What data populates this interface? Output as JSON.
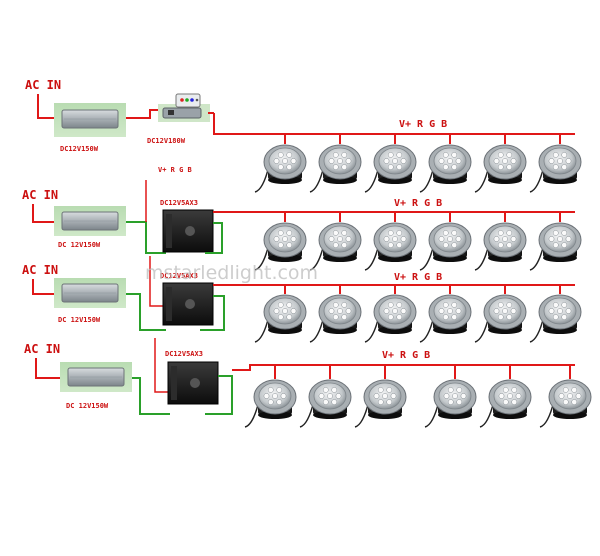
{
  "colors": {
    "power_wire": "#e01818",
    "signal_wire": "#2aa02a",
    "bus_label": "#cc1111"
  },
  "watermark": "mstarledlight.com",
  "rows": [
    {
      "ac_label": "AC IN",
      "psu_label": "DC12V150W",
      "ctrl_label": "DC12V180W",
      "ctrl_type": "rgb-controller-with-remote",
      "bus_label": "V+ R G B",
      "extra_label": "",
      "lights": 6
    },
    {
      "ac_label": "AC IN",
      "psu_label": "DC 12V150W",
      "ctrl_label": "DC12V5AX3",
      "ctrl_type": "amplifier",
      "bus_label": "V+ R G B",
      "extra_label": "V+ R G B",
      "lights": 6
    },
    {
      "ac_label": "AC IN",
      "psu_label": "DC 12V150W",
      "ctrl_label": "DC12V5AX3",
      "ctrl_type": "amplifier",
      "bus_label": "V+ R G B",
      "extra_label": "",
      "lights": 6
    },
    {
      "ac_label": "AC IN",
      "psu_label": "DC 12V150W",
      "ctrl_label": "DC12V5AX3",
      "ctrl_type": "amplifier",
      "bus_label": "V+ R G B",
      "extra_label": "",
      "lights": 6
    }
  ]
}
